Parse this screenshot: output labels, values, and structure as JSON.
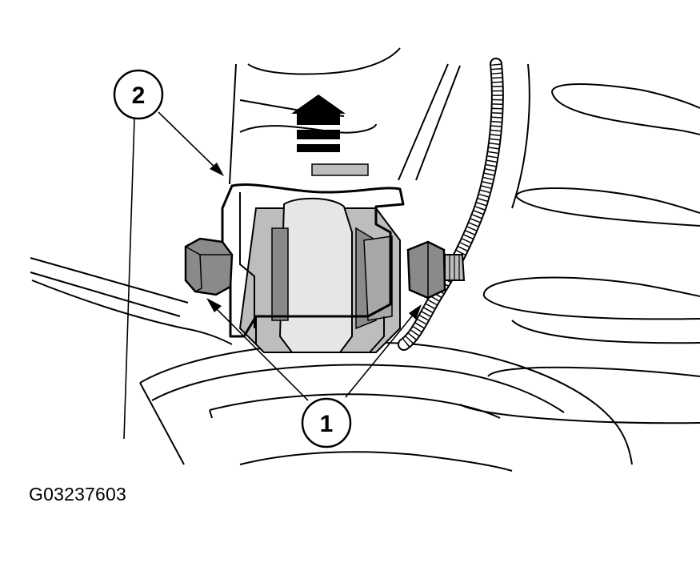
{
  "callouts": [
    {
      "label": "2"
    },
    {
      "label": "1"
    }
  ],
  "figure_id": "G03237603",
  "colors": {
    "line": "#000000",
    "background": "#ffffff",
    "light_gray": "#bdbdbd",
    "mid_gray": "#8a8a8a",
    "dark_gray": "#555555"
  }
}
